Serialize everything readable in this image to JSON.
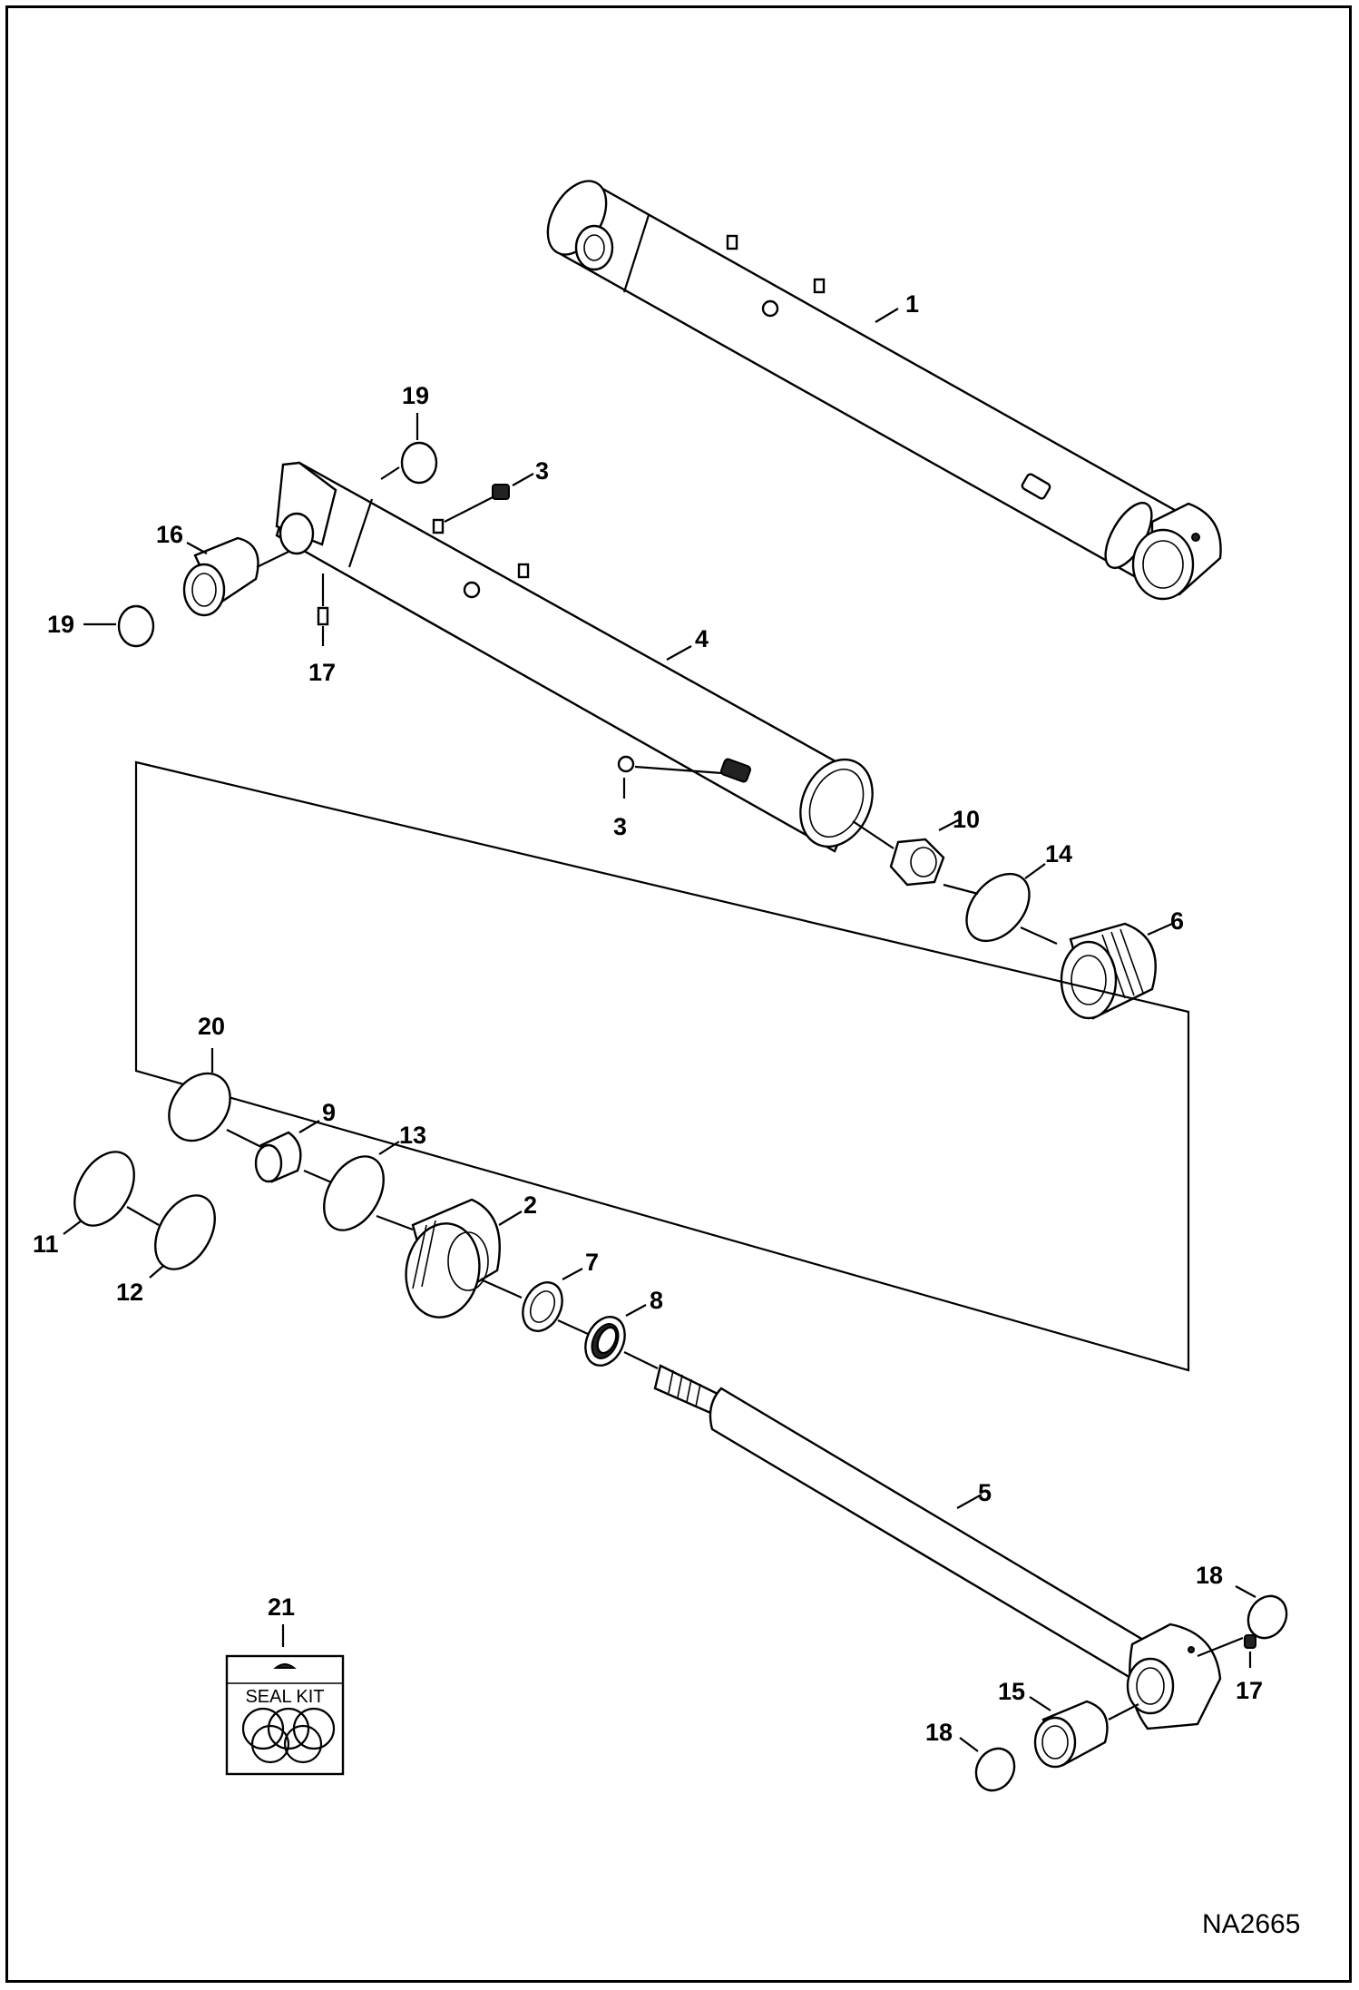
{
  "callouts": {
    "c1": "1",
    "c2": "2",
    "c3a": "3",
    "c3b": "3",
    "c4": "4",
    "c5": "5",
    "c6": "6",
    "c7": "7",
    "c8": "8",
    "c9": "9",
    "c10": "10",
    "c11": "11",
    "c12": "12",
    "c13": "13",
    "c14": "14",
    "c15": "15",
    "c16": "16",
    "c17a": "17",
    "c17b": "17",
    "c18a": "18",
    "c18b": "18",
    "c19a": "19",
    "c19b": "19",
    "c20": "20",
    "c21": "21"
  },
  "seal_kit": {
    "label": "SEAL KIT"
  },
  "drawing_code": "NA2665"
}
